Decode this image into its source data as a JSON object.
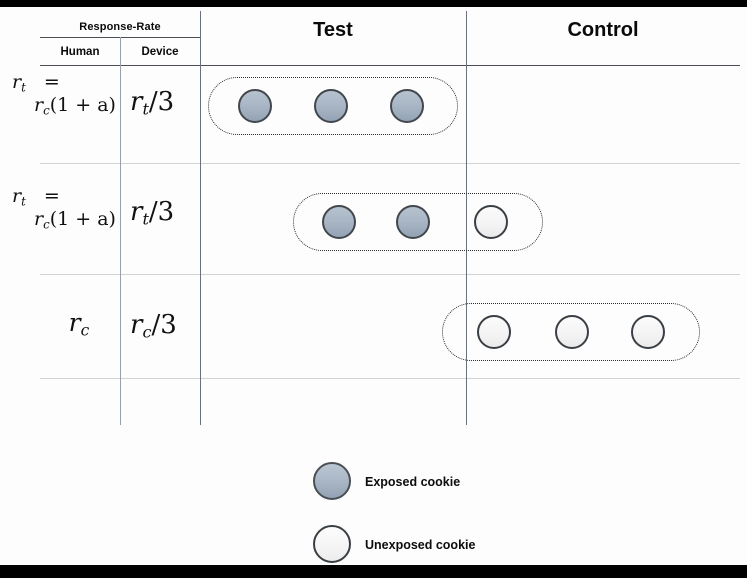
{
  "figure": {
    "type": "diagram",
    "description": "Cookie-level test/control assignment diagram with response-rate table"
  },
  "table": {
    "group_header": "Response-Rate",
    "sub_headers": [
      "Human",
      "Device"
    ],
    "column_headers": [
      "Test",
      "Control"
    ],
    "rows": [
      {
        "human_line1_r": "r",
        "human_line1_sub": "t",
        "human_line1_eq": "=",
        "human_line2_r": "r",
        "human_line2_sub": "c",
        "human_line2_rest": "(1 + a)",
        "device_r": "r",
        "device_sub": "t",
        "device_rest": "/3",
        "test_cookies": [
          "exposed",
          "exposed",
          "exposed"
        ],
        "control_cookies": []
      },
      {
        "human_line1_r": "r",
        "human_line1_sub": "t",
        "human_line1_eq": "=",
        "human_line2_r": "r",
        "human_line2_sub": "c",
        "human_line2_rest": "(1 + a)",
        "device_r": "r",
        "device_sub": "t",
        "device_rest": "/3",
        "test_cookies": [
          "exposed",
          "exposed"
        ],
        "control_cookies": [
          "unexposed"
        ]
      },
      {
        "human_simple_r": "r",
        "human_simple_sub": "c",
        "device_r": "r",
        "device_sub": "c",
        "device_rest": "/3",
        "test_cookies": [],
        "control_cookies": [
          "unexposed",
          "unexposed",
          "unexposed"
        ]
      },
      {
        "empty": true
      }
    ]
  },
  "legend": {
    "items": [
      {
        "swatch": "exposed-cookie-icon",
        "label": "Exposed cookie"
      },
      {
        "swatch": "unexposed-cookie-icon",
        "label": "Unexposed cookie"
      }
    ]
  },
  "colors": {
    "exposed_fill": "#aab7c6",
    "exposed_stroke": "#42474d",
    "unexposed_fill": "#f4f4f4",
    "unexposed_stroke": "#3a3f45",
    "grid_light": "#cfd2d6",
    "grid_dark": "#6b717c",
    "background": "#fdfdfd",
    "letterbox": "#000000"
  }
}
